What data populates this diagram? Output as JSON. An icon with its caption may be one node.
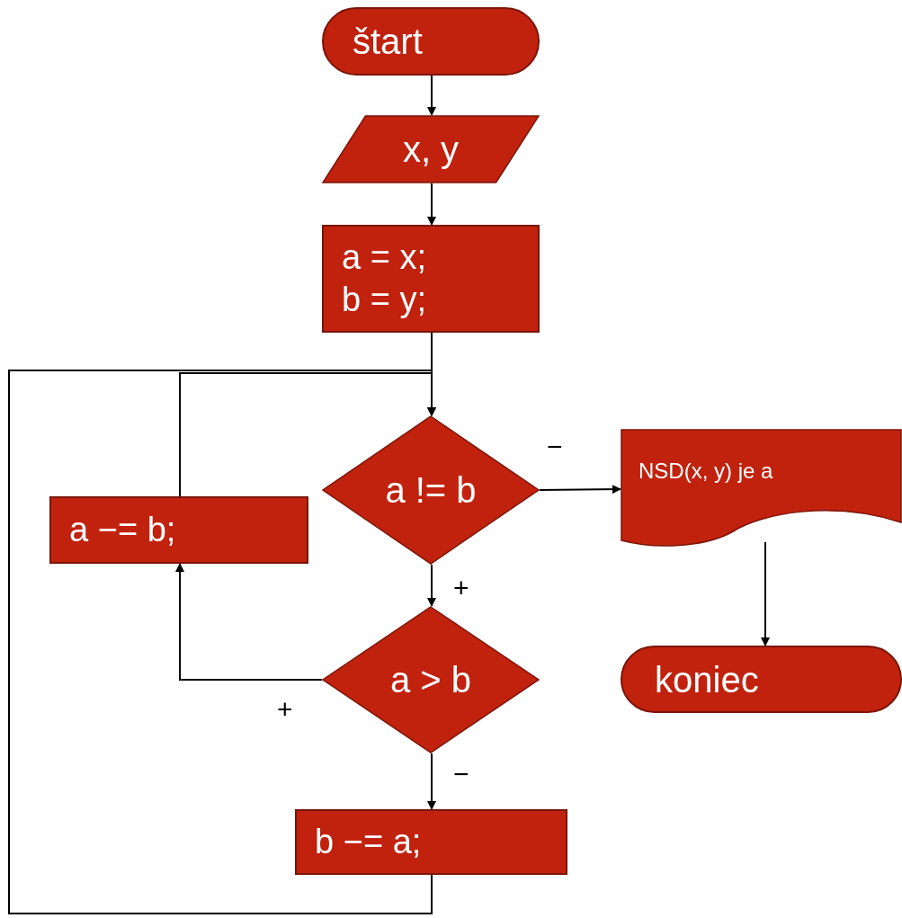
{
  "diagram": {
    "nodes": [
      {
        "text": [
          "štart"
        ]
      },
      {
        "text": [
          "x, y"
        ]
      },
      {
        "text": [
          "a = x;",
          "b = y;"
        ]
      },
      {
        "text": [
          "a != b"
        ]
      },
      {
        "text": [
          "NSD(x, y) je a"
        ]
      },
      {
        "text": [
          "a −= b;"
        ]
      },
      {
        "text": [
          "a > b"
        ]
      },
      {
        "text": [
          "koniec"
        ]
      },
      {
        "text": [
          "b −= a;"
        ]
      }
    ],
    "edges": [
      {
        "from": 0,
        "to": 1,
        "arrow": "to"
      },
      {
        "from": 1,
        "to": 2,
        "arrow": "to"
      },
      {
        "from": 2,
        "to": 3,
        "arrow": "to"
      },
      {
        "from": 3,
        "to": 4,
        "arrow": "to",
        "label": "−"
      },
      {
        "from": 3,
        "to": 6,
        "arrow": "to",
        "label": "+"
      },
      {
        "from": 6,
        "to": 5,
        "arrow": "to",
        "label": "+"
      },
      {
        "from": 6,
        "to": 8,
        "arrow": "to",
        "label": "−"
      },
      {
        "from": 4,
        "to": 7,
        "arrow": "to"
      },
      {
        "from": 5,
        "to": 3,
        "arrow": "to"
      },
      {
        "from": 8,
        "to": 3,
        "arrow": "to"
      }
    ]
  }
}
